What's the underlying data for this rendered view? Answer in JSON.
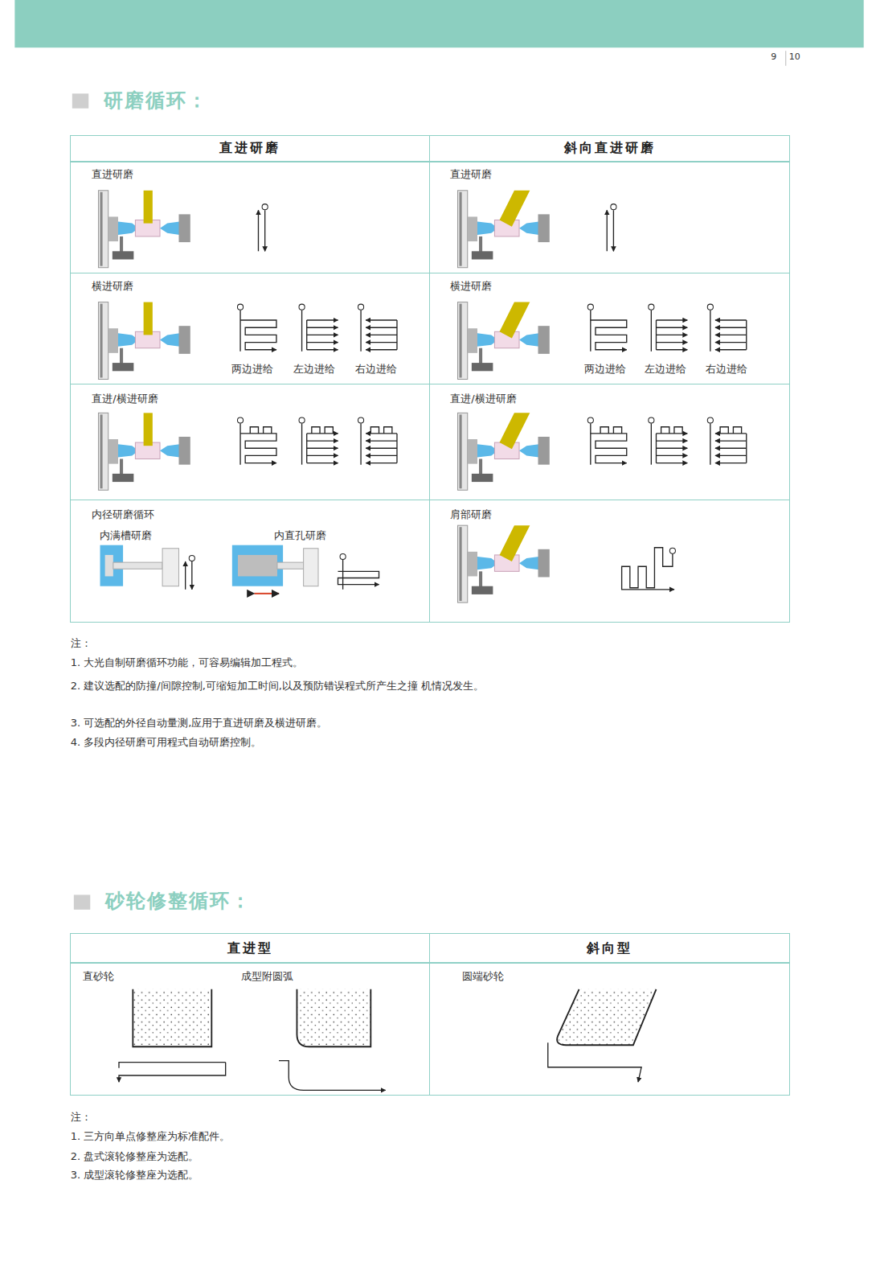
{
  "diagram": {
    "title": "研磨循环：",
    "nodes": [
      {
        "text": [
          "直进研磨"
        ]
      },
      {
        "text": [
          "斜向直进研磨"
        ]
      },
      {
        "text": [
          "直进研磨"
        ]
      },
      {
        "text": [
          "直进研磨"
        ]
      },
      {
        "text": [
          "横进研磨",
          "两边进给",
          "左边进给",
          "右边进给"
        ]
      },
      {
        "text": [
          "横进研磨",
          "两边进给",
          "左边进给",
          "右边进给"
        ]
      },
      {
        "text": [
          "直进/横进研磨"
        ]
      },
      {
        "text": [
          "直进/横进研磨"
        ]
      },
      {
        "text": [
          "内径研磨循环",
          "内满槽研磨",
          "内直孔研磨"
        ]
      },
      {
        "text": [
          "肩部研磨"
        ]
      },
      {
        "text": [
          "直进型"
        ]
      },
      {
        "text": [
          "斜向型"
        ]
      },
      {
        "text": [
          "直砂轮",
          "成型附圆弧"
        ]
      },
      {
        "text": [
          "圆端砂轮"
        ]
      }
    ],
    "labels": [
      "9",
      "10",
      "注：",
      "1. 大光自制研磨循环功能，可容易编辑加工程式。",
      "2. 建议选配的防撞/间隙控制,可缩短加工时间,以及预防错误程式所产生之撞 机情况发生。",
      "3. 可选配的外径自动量测,应用于直进研磨及横进研磨。",
      "4. 多段内径研磨可用程式自动研磨控制。",
      "砂轮修整循环：",
      "注：",
      "1. 三方向单点修整座为标准配件。",
      "2. 盘式滚轮修整座为选配。",
      "3. 成型滚轮修整座为选配。"
    ]
  }
}
